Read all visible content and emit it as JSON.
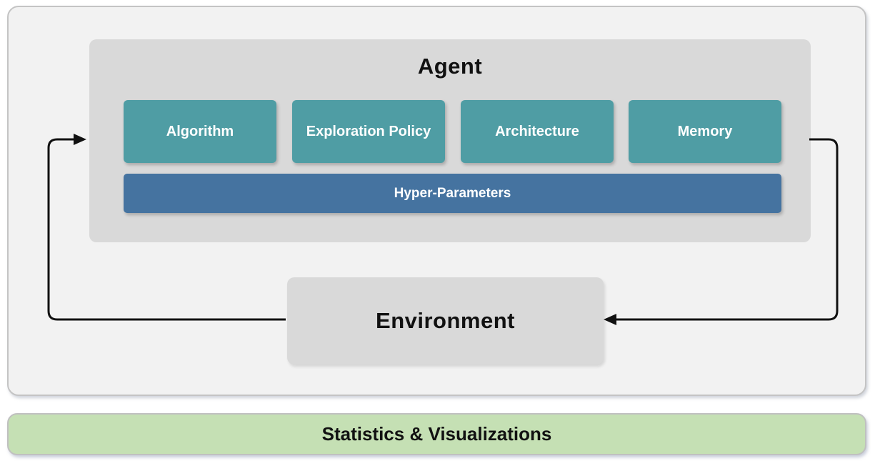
{
  "diagram": {
    "agent": {
      "title": "Agent",
      "modules": [
        {
          "label": "Algorithm"
        },
        {
          "label": "Exploration Policy"
        },
        {
          "label": "Architecture"
        },
        {
          "label": "Memory"
        }
      ],
      "hyper_parameters_label": "Hyper-Parameters"
    },
    "environment": {
      "title": "Environment"
    },
    "footer": {
      "label": "Statistics & Visualizations"
    },
    "arrows": [
      {
        "name": "environment-to-agent",
        "direction": "points right into Agent left edge"
      },
      {
        "name": "agent-to-environment",
        "direction": "points left into Environment right edge"
      }
    ],
    "colors": {
      "panel_background": "#f2f2f2",
      "panel_border": "#c4c4c4",
      "agent_box": "#d9d9d9",
      "module_teal": "#4f9da4",
      "hyper_parameters_blue": "#4573a0",
      "environment_gray": "#d9d9d9",
      "stats_green": "#c5e0b4",
      "arrow": "#111111",
      "module_text": "#ffffff",
      "title_text": "#111111"
    }
  }
}
